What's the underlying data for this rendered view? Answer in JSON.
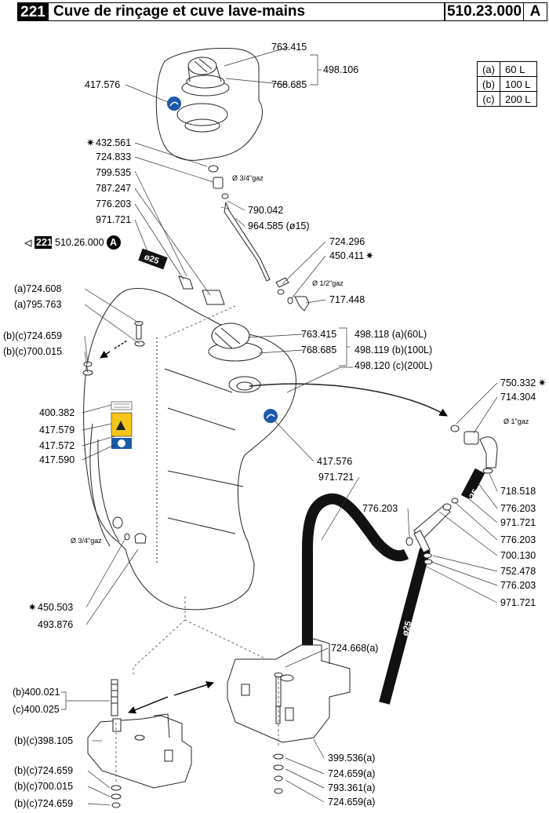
{
  "header": {
    "section_number": "221",
    "title": "Cuve de rinçage et cuve lave-mains",
    "reference": "510.23.000",
    "revision": "A"
  },
  "capacity_table": [
    {
      "code": "(a)",
      "volume": "60 L"
    },
    {
      "code": "(b)",
      "volume": "100 L"
    },
    {
      "code": "(c)",
      "volume": "200 L"
    }
  ],
  "cross_ref": {
    "section": "221",
    "reference": "510.26.000",
    "revision": "A"
  },
  "labels": {
    "p417576_top": "417.576",
    "p763415_top": "763.415",
    "p768685_top": "768.685",
    "p498106": "498.106",
    "p432561": "432.561",
    "p724833": "724.833",
    "p799535": "799.535",
    "p787247": "787.247",
    "p776203_a": "776.203",
    "p971721_a": "971.721",
    "p790042": "790.042",
    "p964585": "964.585 (ø15)",
    "p724296": "724.296",
    "p450411": "450.411",
    "p717448": "717.448",
    "p724608": "(a)724.608",
    "p795763": "(a)795.763",
    "p724659_bc_top": "(b)(c)724.659",
    "p700015_bc_top": "(b)(c)700.015",
    "p763415_mid": "763.415",
    "p768685_mid": "768.685",
    "p498118": "498.118 (a)(60L)",
    "p498119": "498.119 (b)(100L)",
    "p498120": "498.120 (c)(200L)",
    "p400382": "400.382",
    "p417579": "417.579",
    "p417572": "417.572",
    "p417590": "417.590",
    "p417576_mid": "417.576",
    "p971721_b": "971.721",
    "p776203_b": "776.203",
    "p750332": "750.332",
    "p714304": "714.304",
    "p718518": "718.518",
    "p776203_c": "776.203",
    "p971721_c": "971.721",
    "p776203_d": "776.203",
    "p700130": "700.130",
    "p752478": "752.478",
    "p776203_e": "776.203",
    "p971721_d": "971.721",
    "p450503": "450.503",
    "p493876": "493.876",
    "p724668": "724.668(a)",
    "p400021": "(b)400.021",
    "p400025": "(c)400.025",
    "p398105": "(b)(c)398.105",
    "p399536": "399.536(a)",
    "p724659_a1": "724.659(a)",
    "p793361": "793.361(a)",
    "p724659_a2": "724.659(a)",
    "p724659_bc_b1": "(b)(c)724.659",
    "p700015_bc_b": "(b)(c)700.015",
    "p724659_bc_b2": "(b)(c)724.659",
    "gaz_34_top": "Ø 3/4\"gaz",
    "gaz_12": "Ø 1/2\"gaz",
    "gaz_1": "Ø 1\"gaz",
    "gaz_34_bottom": "Ø 3/4\"gaz",
    "pipe_d25": "ø25",
    "star": "✷"
  }
}
